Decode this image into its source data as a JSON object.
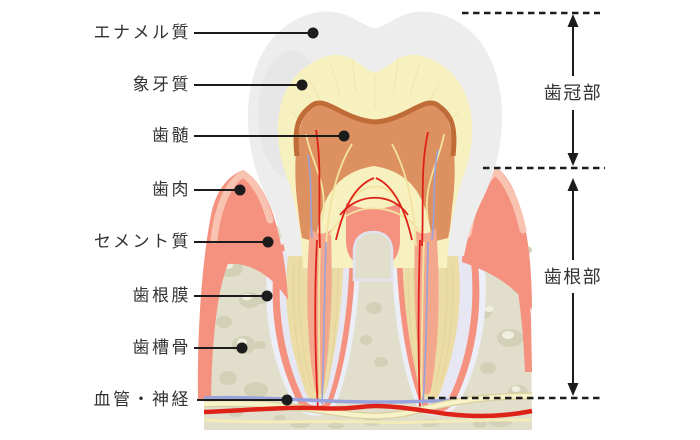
{
  "labels": {
    "left": [
      {
        "text": "エナメル質"
      },
      {
        "text": "象牙質"
      },
      {
        "text": "歯髄"
      },
      {
        "text": "歯肉"
      },
      {
        "text": "セメント質"
      },
      {
        "text": "歯根膜"
      },
      {
        "text": "歯槽骨"
      },
      {
        "text": "血管・神経"
      }
    ],
    "right": [
      {
        "text": "歯冠部"
      },
      {
        "text": "歯根部"
      }
    ]
  },
  "colors": {
    "enamel": "#ededed",
    "enamel_shadow": "#d9d9d9",
    "dentin_crown": "#f7f0bf",
    "dentin_root": "#ecdca6",
    "dentin_striation": "#ddcb92",
    "pulp": "#dd9160",
    "pulp_border": "#c06c38",
    "root_canal": "#f3a78d",
    "gum": "#f5917f",
    "gum_light": "#f9c3b1",
    "cementum": "#e7e7f3",
    "membrane": "#eceef8",
    "bone": "#e1dfcc",
    "bone_blob": "#d2d0b6",
    "bone_blob_light": "#f0eee1",
    "vessel_red": "#df2218",
    "vessel_blue": "#99a2db",
    "nerve_yellow": "#f8f2c8",
    "nerve_yellow_edge": "#d9d0a0",
    "line": "#1c1c1c",
    "label_text": "#333333"
  }
}
